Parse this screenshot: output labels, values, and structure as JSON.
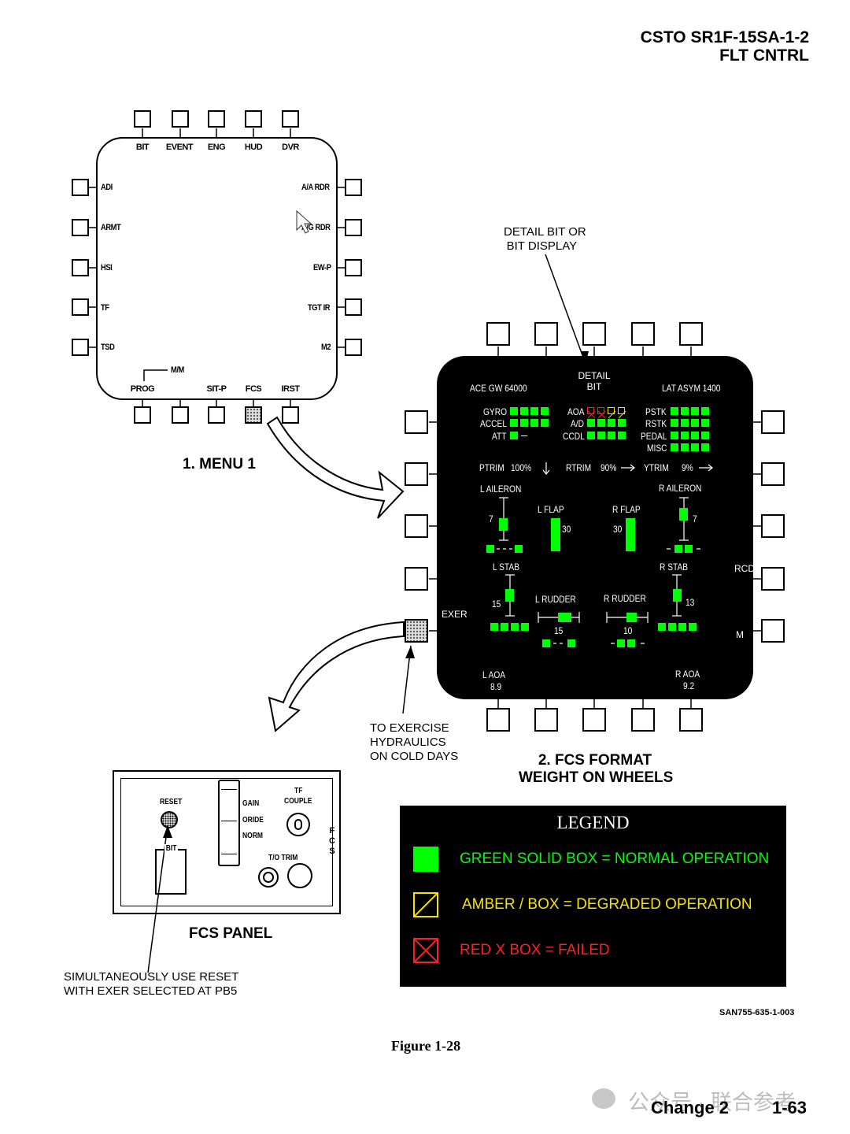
{
  "header": {
    "doc_id": "CSTO SR1F-15SA-1-2",
    "section": "FLT CNTRL"
  },
  "menu": {
    "top_labels": [
      "BIT",
      "EVENT",
      "ENG",
      "HUD",
      "DVR"
    ],
    "left_labels": [
      "ADI",
      "ARMT",
      "HSI",
      "TF",
      "TSD"
    ],
    "right_labels": [
      "A/A RDR",
      "A/G RDR",
      "EW-P",
      "TGT IR",
      "M2"
    ],
    "bottom_labels": [
      "PROG",
      "SIT-P",
      "FCS",
      "IRST"
    ],
    "mm_label": "M/M",
    "caption": "1. MENU 1"
  },
  "callouts": {
    "detail_bit": [
      "DETAIL BIT OR",
      "BIT DISPLAY"
    ],
    "exercise": [
      "TO EXERCISE",
      "HYDRAULICS",
      "ON COLD DAYS"
    ],
    "reset": [
      "SIMULTANEOUSLY USE RESET",
      "WITH EXER SELECTED AT PB5"
    ]
  },
  "fcs": {
    "top_left": "ACE GW 64000",
    "detail": [
      "DETAIL",
      "BIT"
    ],
    "top_right": "LAT ASYM 1400",
    "left_status": [
      "GYRO",
      "ACCEL",
      "ATT"
    ],
    "mid_status": [
      "AOA",
      "A/D",
      "CCDL"
    ],
    "right_status": [
      "PSTK",
      "RSTK",
      "PEDAL",
      "MISC"
    ],
    "ptrim_label": "PTRIM",
    "ptrim": "100%",
    "rtrim_label": "RTRIM",
    "rtrim": "90%",
    "ytrim_label": "YTRIM",
    "ytrim": "9%",
    "l_aileron": "L  AILERON",
    "l_aileron_val": "7",
    "r_aileron": "R  AILERON",
    "r_aileron_val": "7",
    "l_flap": "L  FLAP",
    "l_flap_val": "30",
    "r_flap": "R  FLAP",
    "r_flap_val": "30",
    "l_stab": "L  STAB",
    "l_stab_val": "15",
    "r_stab": "R  STAB",
    "r_stab_val": "13",
    "l_rudder": "L  RUDDER",
    "l_rudder_val": "15",
    "r_rudder": "R  RUDDER",
    "r_rudder_val": "10",
    "l_aoa": "L  AOA",
    "l_aoa_val": "8.9",
    "r_aoa": "R  AOA",
    "r_aoa_val": "9.2",
    "exer": "EXER",
    "rcd": "RCD",
    "m": "M",
    "caption_1": "2. FCS FORMAT",
    "caption_2": "WEIGHT ON WHEELS"
  },
  "panel": {
    "reset": "RESET",
    "bit": "BIT",
    "gain": "GAIN",
    "oride": "ORIDE",
    "norm": "NORM",
    "tf": "TF",
    "couple": "COUPLE",
    "to_trim": "T/O TRIM",
    "fcs": "FCS",
    "caption": "FCS PANEL"
  },
  "legend": {
    "title": "LEGEND",
    "green": "GREEN SOLID BOX = NORMAL OPERATION",
    "amber": "AMBER / BOX = DEGRADED OPERATION",
    "red": "RED X BOX = FAILED",
    "colors": {
      "green": "#00ff00",
      "amber": "#f5e400",
      "red": "#ff2020"
    }
  },
  "footer": {
    "code": "SAN755-635-1-003",
    "figure": "Figure 1-28",
    "change": "Change 2",
    "page": "1-63",
    "watermark": "公众号 · 联合参考"
  }
}
